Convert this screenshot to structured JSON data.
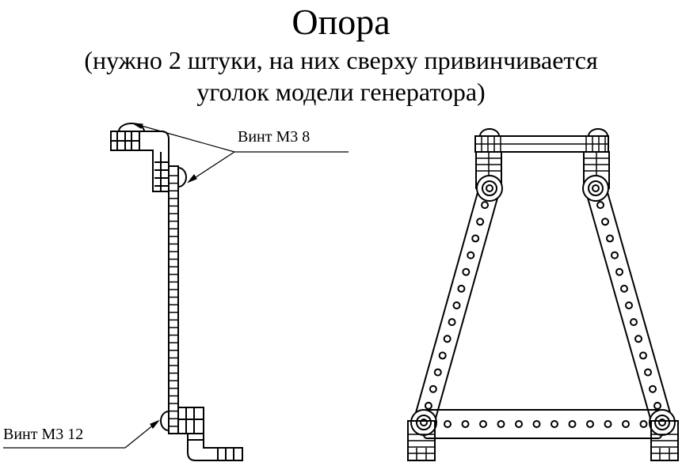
{
  "title": "Опора",
  "subtitle_line1": "(нужно 2 штуки, на них сверху привинчивается",
  "subtitle_line2": "уголок модели генератора)",
  "labels": {
    "screw_top": "Винт М3 8",
    "screw_bottom": "Винт М3 12"
  },
  "colors": {
    "ink": "#000000",
    "paper": "#ffffff"
  }
}
